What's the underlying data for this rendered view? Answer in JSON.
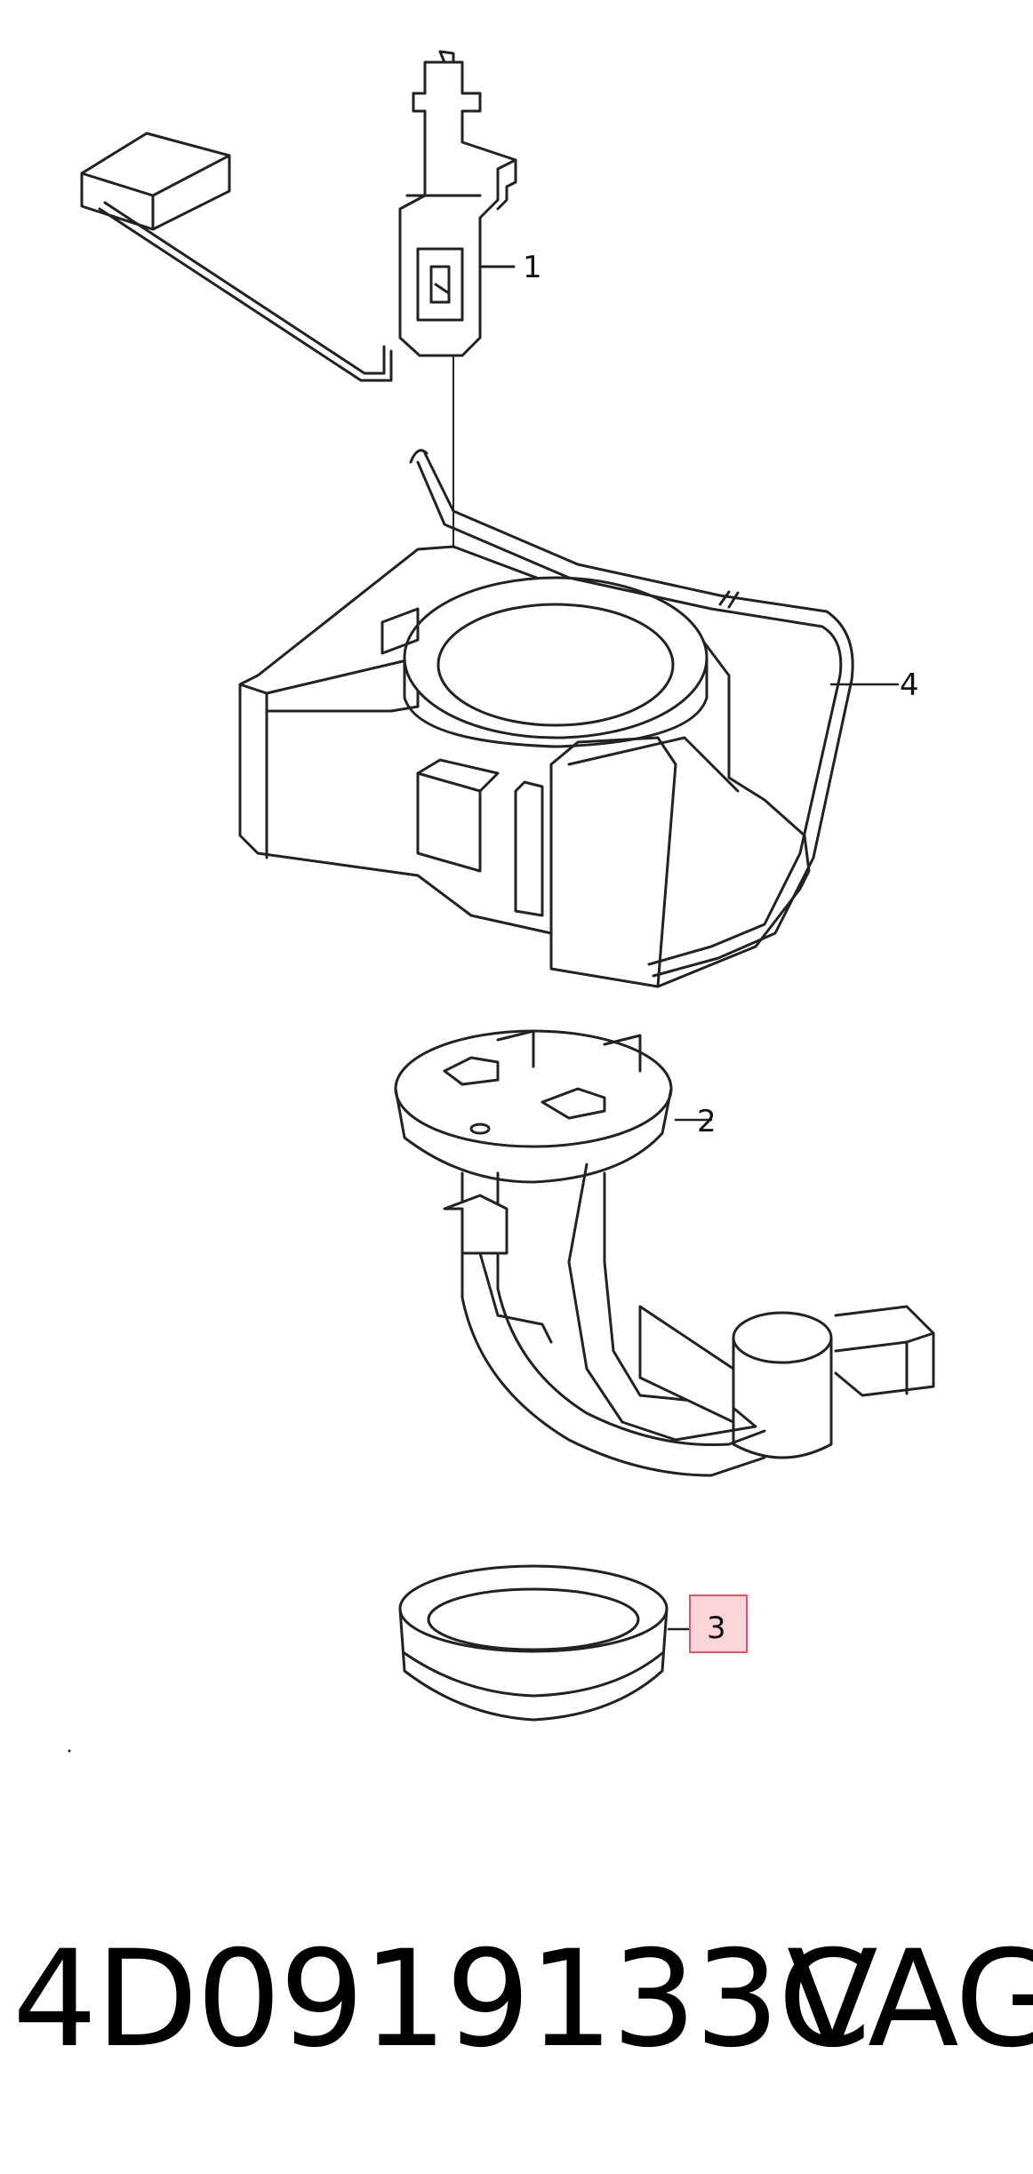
{
  "diagram": {
    "callouts": [
      {
        "id": "1",
        "label": "1",
        "highlighted": false
      },
      {
        "id": "2",
        "label": "2",
        "highlighted": false
      },
      {
        "id": "3",
        "label": "3",
        "highlighted": true
      },
      {
        "id": "4",
        "label": "4",
        "highlighted": false
      }
    ],
    "highlight_color": "#f9d5d9",
    "highlight_border": "#e0566a"
  },
  "footer": {
    "part_number": "4D0919133C",
    "brand": "VAG"
  }
}
